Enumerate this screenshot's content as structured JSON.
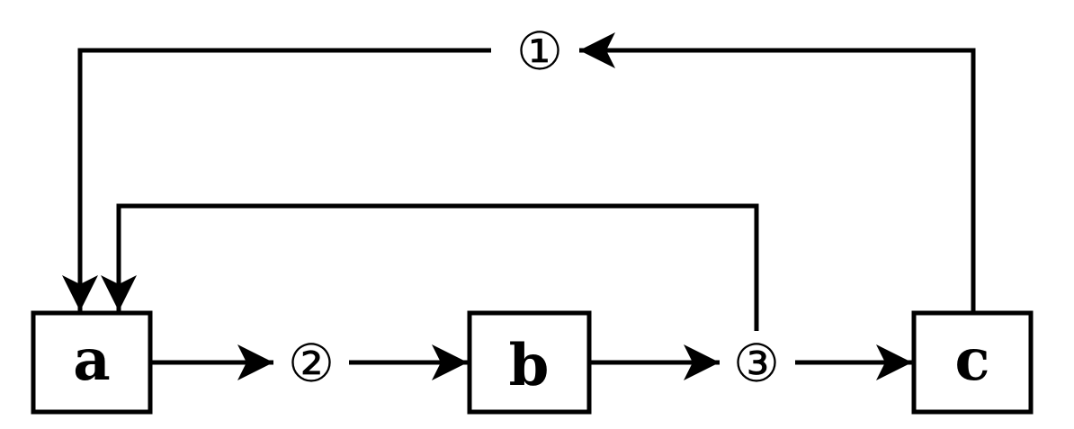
{
  "diagram": {
    "colors": {
      "stroke": "#000000",
      "background": "#ffffff"
    },
    "nodes": {
      "a": "a",
      "b": "b",
      "c": "c"
    },
    "markers": {
      "m1": "①",
      "m2": "②",
      "m3": "③"
    }
  }
}
